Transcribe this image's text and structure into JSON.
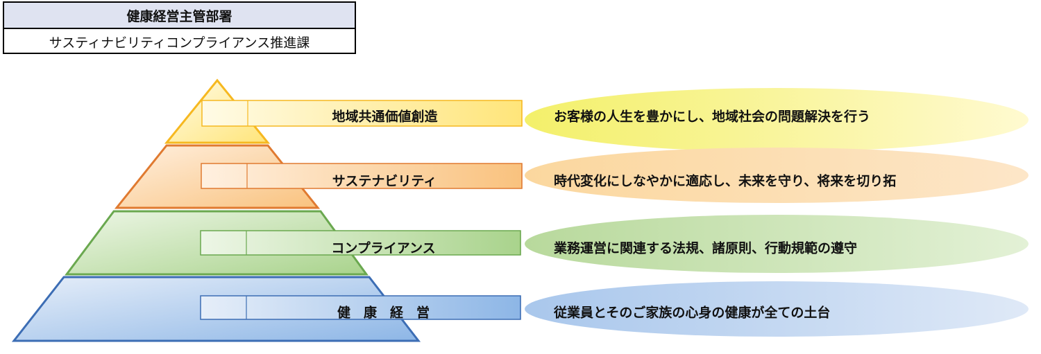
{
  "department": {
    "header": "健康経営主管部署",
    "name": "サスティナビリティコンプライアンス推進課"
  },
  "tiers": [
    {
      "label": "地域共通価値創造",
      "description": "お客様の人生を豊かにし、地域社会の問題解決を行う",
      "color": "#f6b820",
      "fill_light": "#fffbe6",
      "fill_dark": "#ffe57a",
      "oval_light": "#fffad0",
      "oval_dark": "#f3f06a"
    },
    {
      "label": "サステナビリティ",
      "description": "時代変化にしなやかに適応し、未来を守り、将来を切り拓",
      "color": "#e07a30",
      "fill_light": "#fff0e0",
      "fill_dark": "#f9c27e",
      "oval_light": "#fde6c8",
      "oval_dark": "#fbd79e"
    },
    {
      "label": "コンプライアンス",
      "description": "業務運営に関連する法規、諸原則、行動規範の遵守",
      "color": "#6aa84f",
      "fill_light": "#edf6e6",
      "fill_dark": "#a9d38c",
      "oval_light": "#e3f1d6",
      "oval_dark": "#b8d99c"
    },
    {
      "label": "健　康　経　営",
      "description": "従業員とそのご家族の心身の健康が全ての土台",
      "color": "#3c6db4",
      "fill_light": "#e6eef9",
      "fill_dark": "#8db6e6",
      "oval_light": "#dfe9f7",
      "oval_dark": "#a9c7ec"
    }
  ]
}
